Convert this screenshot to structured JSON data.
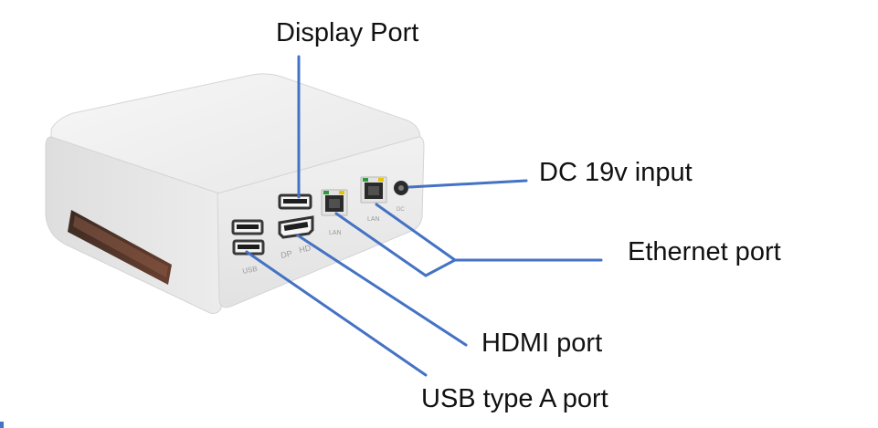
{
  "labels": {
    "display_port": "Display Port",
    "dc_input": "DC  19v input",
    "ethernet_port": "Ethernet port",
    "hdmi_port": "HDMI port",
    "usb_port": "USB type A port"
  },
  "device_markings": {
    "lan_left": "LAN",
    "lan_right": "LAN",
    "dc": "DC",
    "dp": "DP",
    "hd": "HD",
    "usb": "USB"
  },
  "colors": {
    "leader_line": "#4472c4",
    "text": "#111111",
    "device_body": "#e9e9e9",
    "device_top": "#f4f4f4",
    "lan_led_green": "#2e9a3a",
    "lan_led_yellow": "#e8c400"
  }
}
